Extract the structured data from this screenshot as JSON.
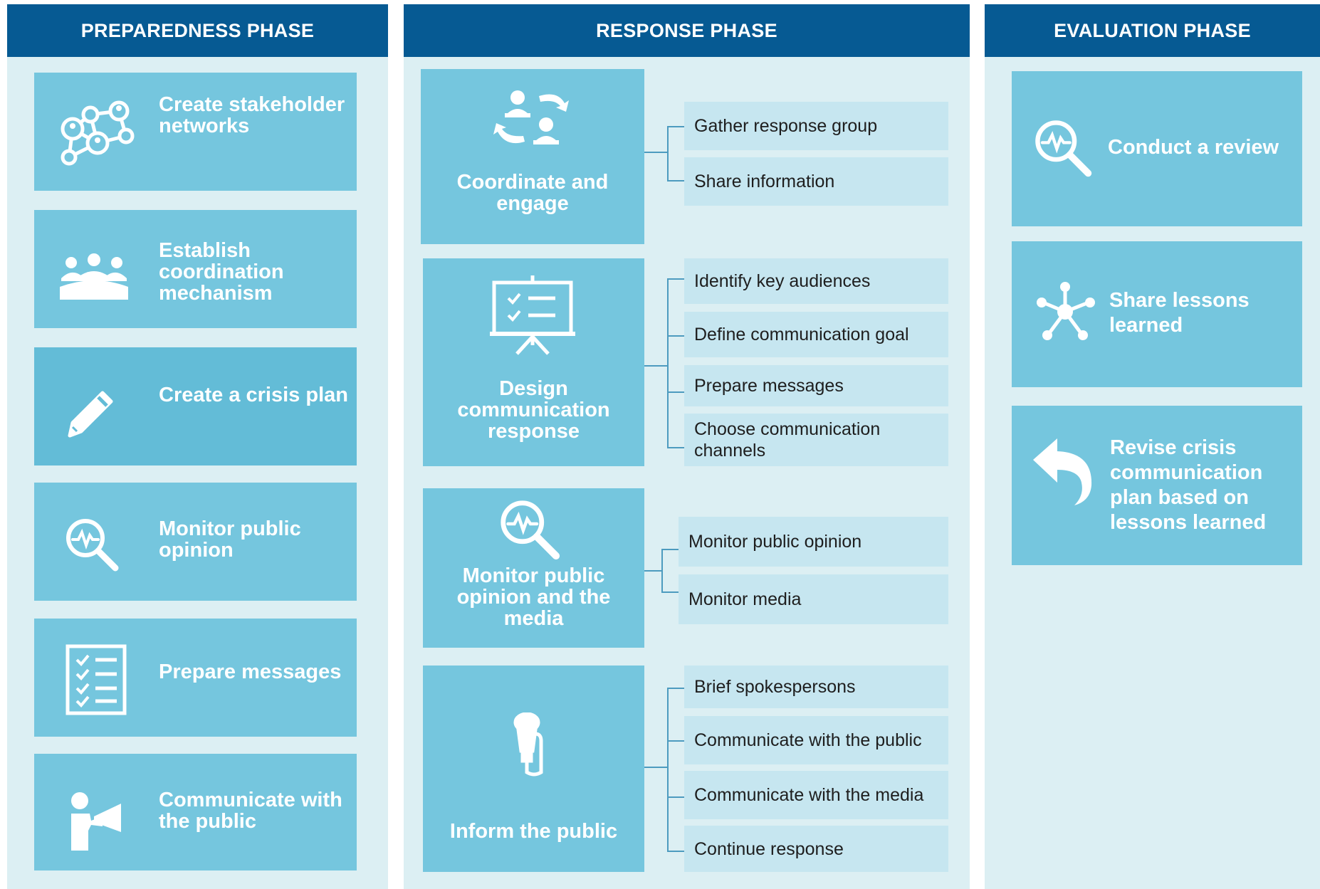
{
  "phases": {
    "preparedness": "PREPAREDNESS PHASE",
    "response": "RESPONSE PHASE",
    "evaluation": "EVALUATION  PHASE"
  },
  "preparedness_items": [
    {
      "label": "Create stakeholder networks",
      "icon": "network-icon"
    },
    {
      "label": "Establish coordination mechanism",
      "icon": "group-icon"
    },
    {
      "label": "Create a crisis plan",
      "icon": "pencil-icon"
    },
    {
      "label": "Monitor public opinion",
      "icon": "magnifier-pulse-icon"
    },
    {
      "label": "Prepare messages",
      "icon": "checklist-icon"
    },
    {
      "label": "Communicate with the public",
      "icon": "megaphone-person-icon"
    }
  ],
  "response_groups": [
    {
      "label": "Coordinate and engage",
      "icon": "people-exchange-icon",
      "tasks": [
        "Gather response group",
        "Share information"
      ]
    },
    {
      "label": "Design communication response",
      "icon": "presentation-board-icon",
      "tasks": [
        "Identify key audiences",
        "Define communication goal",
        "Prepare messages",
        "Choose communication channels"
      ]
    },
    {
      "label": "Monitor public opinion and the media",
      "icon": "magnifier-pulse-icon",
      "tasks": [
        "Monitor public opinion",
        "Monitor media"
      ]
    },
    {
      "label": "Inform the public",
      "icon": "microphone-icon",
      "tasks": [
        "Brief spokespersons",
        "Communicate with the public",
        "Communicate with the media",
        "Continue response"
      ]
    }
  ],
  "evaluation_items": [
    {
      "label": "Conduct a review",
      "icon": "magnifier-pulse-icon"
    },
    {
      "label": "Share lessons learned",
      "icon": "hub-network-icon"
    },
    {
      "label": "Revise crisis communication plan based on lessons learned",
      "icon": "return-arrow-icon"
    }
  ],
  "colors": {
    "header": "#065a93",
    "column_bg": "#dceff3",
    "card": "#75c6de",
    "task_box": "#c6e6f0",
    "connector": "#4d9bbf"
  }
}
